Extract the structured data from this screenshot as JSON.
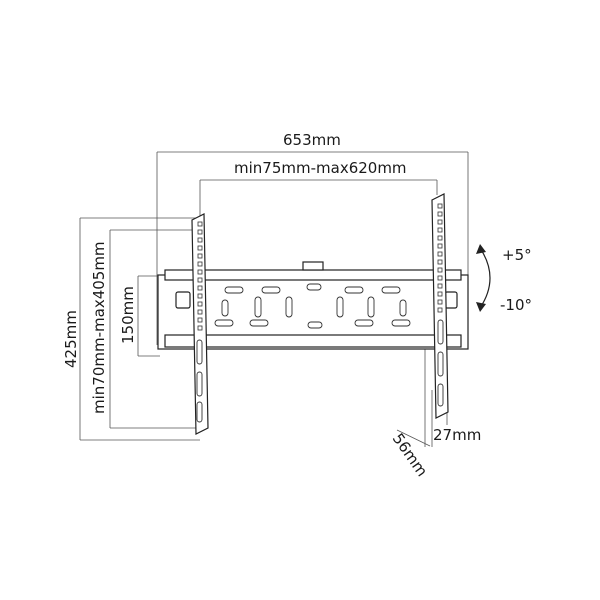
{
  "diagram": {
    "dimensions": {
      "overall_width": "653mm",
      "vesa_horizontal": "min75mm-max620mm",
      "overall_height": "425mm",
      "vesa_vertical": "min70mm-max405mm",
      "wall_plate_height": "150mm",
      "min_depth": "27mm",
      "max_depth": "56mm"
    },
    "tilt": {
      "up": "+5°",
      "down": "-10°"
    }
  }
}
